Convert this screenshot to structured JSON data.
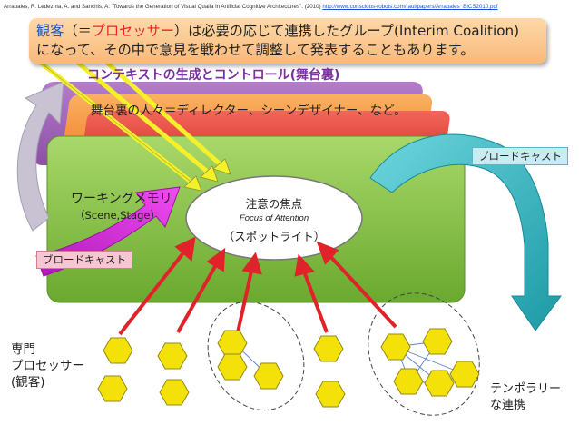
{
  "citation": {
    "text": "Arrabales, R. Ledezma, A. and Sanchis, A. \"Towards the Generation of Visual Qualia in Artificial Cognitive Architectures\". (2010)",
    "url": "http://www.conscious-robots.com/raul/papers/Arrabales_BICS2010.pdf"
  },
  "callout": {
    "kw1": "観客",
    "paren_open": "（＝",
    "kw2": "プロセッサー",
    "rest1": "）は必要の応じて連携したグループ(Interim Coalition)",
    "line2": "になって、その中で意見を戦わせて調整して発表することもあります。"
  },
  "context_label": "コンテキストの生成とコントロール(舞台裏)",
  "backstage_label": "舞台裏の人々＝ディレクター、シーンデザイナー、など。",
  "working_memory": {
    "label": "ワーキングメモリ",
    "sub": "（Scene,Stage）"
  },
  "focus": {
    "title": "注意の焦点",
    "subtitle": "Focus of Attention",
    "spotlight": "（スポットライト）"
  },
  "broadcast_right": "ブロードキャスト",
  "broadcast_left": "ブロードキャスト",
  "audience_label": [
    "専門",
    "プロセッサー",
    "(観客)"
  ],
  "coalition_label": [
    "テンポラリー",
    "な連携"
  ],
  "colors": {
    "green_panel": "#8dc63f",
    "layer_orange": "#f07a2a",
    "layer_red": "#e8423a",
    "purple": "#9e62b4",
    "arrow_red": "#e0232a",
    "hexagon": "#f5e10a",
    "teal": "#2bb5c0",
    "magenta": "#d21fd2",
    "yellow_arrow": "#f4f02a"
  }
}
